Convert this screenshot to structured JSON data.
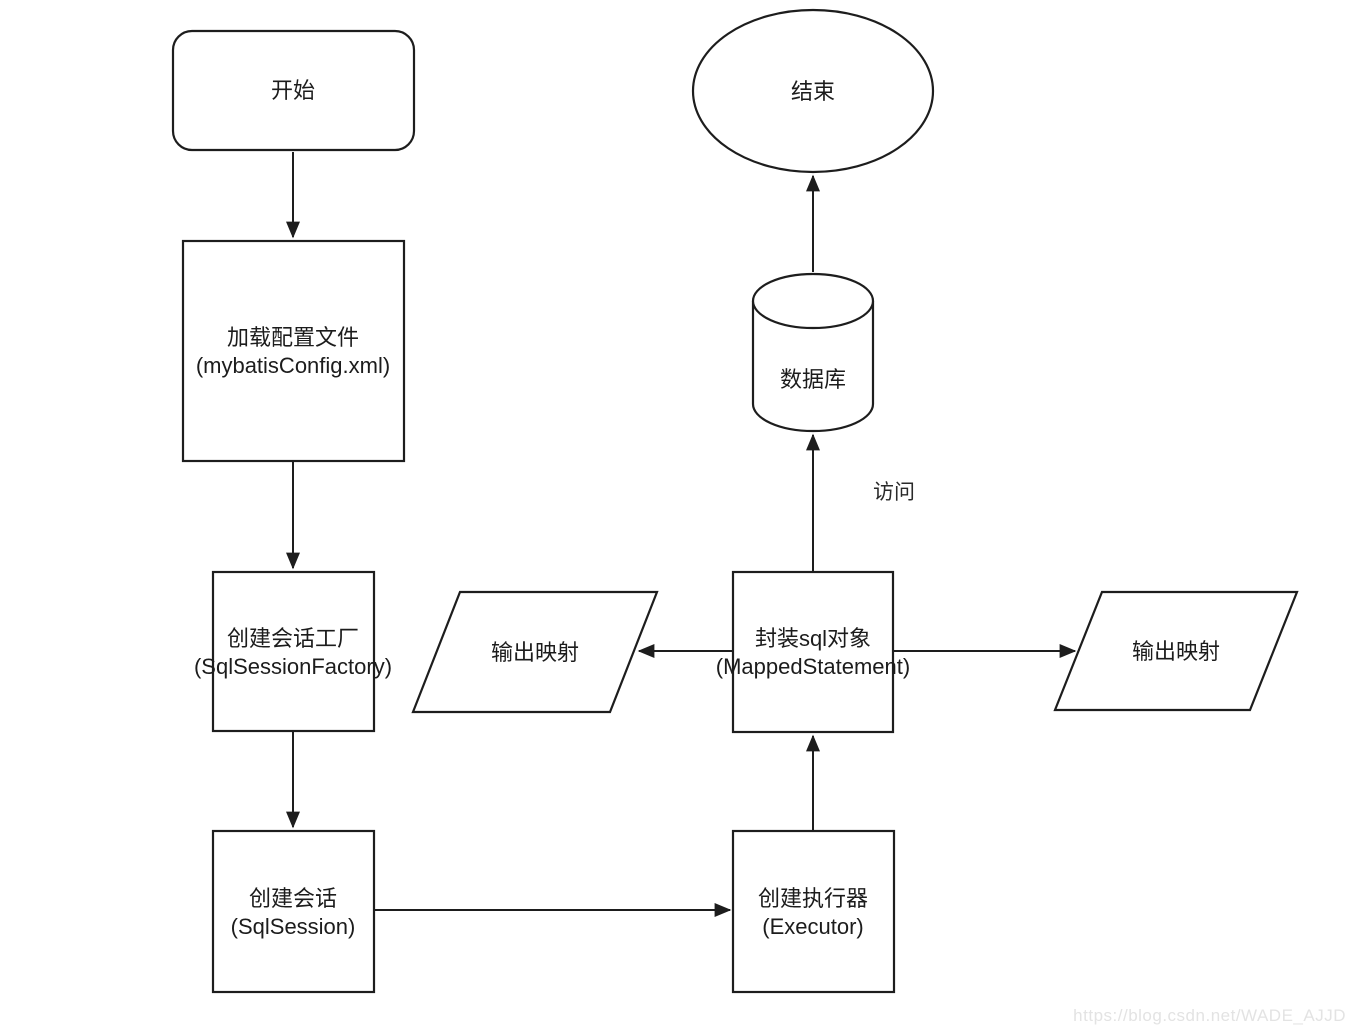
{
  "diagram": {
    "type": "flowchart",
    "background_color": "#ffffff",
    "stroke_color": "#1d1d1d",
    "text_color": "#1c1c1c",
    "watermark_color": "#e3e3e3",
    "nodes": {
      "start": {
        "shape": "rounded-rectangle",
        "label": "开始"
      },
      "load_config": {
        "shape": "rectangle",
        "line1": "加载配置文件",
        "line2": "(mybatisConfig.xml)"
      },
      "create_session_factory": {
        "shape": "rectangle",
        "line1": "创建会话工厂",
        "line2": "(SqlSessionFactory)"
      },
      "create_session": {
        "shape": "rectangle",
        "line1": "创建会话",
        "line2": "(SqlSession)"
      },
      "create_executor": {
        "shape": "rectangle",
        "line1": "创建执行器",
        "line2": "(Executor)"
      },
      "wrap_sql_object": {
        "shape": "rectangle",
        "line1": "封装sql对象",
        "line2": "(MappedStatement)"
      },
      "output_mapping_left": {
        "shape": "parallelogram",
        "label": "输出映射"
      },
      "output_mapping_right": {
        "shape": "parallelogram",
        "label": "输出映射"
      },
      "database": {
        "shape": "cylinder",
        "label": "数据库"
      },
      "end": {
        "shape": "ellipse",
        "label": "结束"
      }
    },
    "edge_labels": {
      "access": "访问"
    },
    "edges": [
      {
        "from": "start",
        "to": "load_config"
      },
      {
        "from": "load_config",
        "to": "create_session_factory"
      },
      {
        "from": "create_session_factory",
        "to": "create_session"
      },
      {
        "from": "create_session",
        "to": "create_executor"
      },
      {
        "from": "create_executor",
        "to": "wrap_sql_object"
      },
      {
        "from": "wrap_sql_object",
        "to": "output_mapping_left"
      },
      {
        "from": "wrap_sql_object",
        "to": "output_mapping_right"
      },
      {
        "from": "wrap_sql_object",
        "to": "database",
        "label": "访问"
      },
      {
        "from": "database",
        "to": "end"
      }
    ],
    "watermark": "https://blog.csdn.net/WADE_AJJD"
  }
}
